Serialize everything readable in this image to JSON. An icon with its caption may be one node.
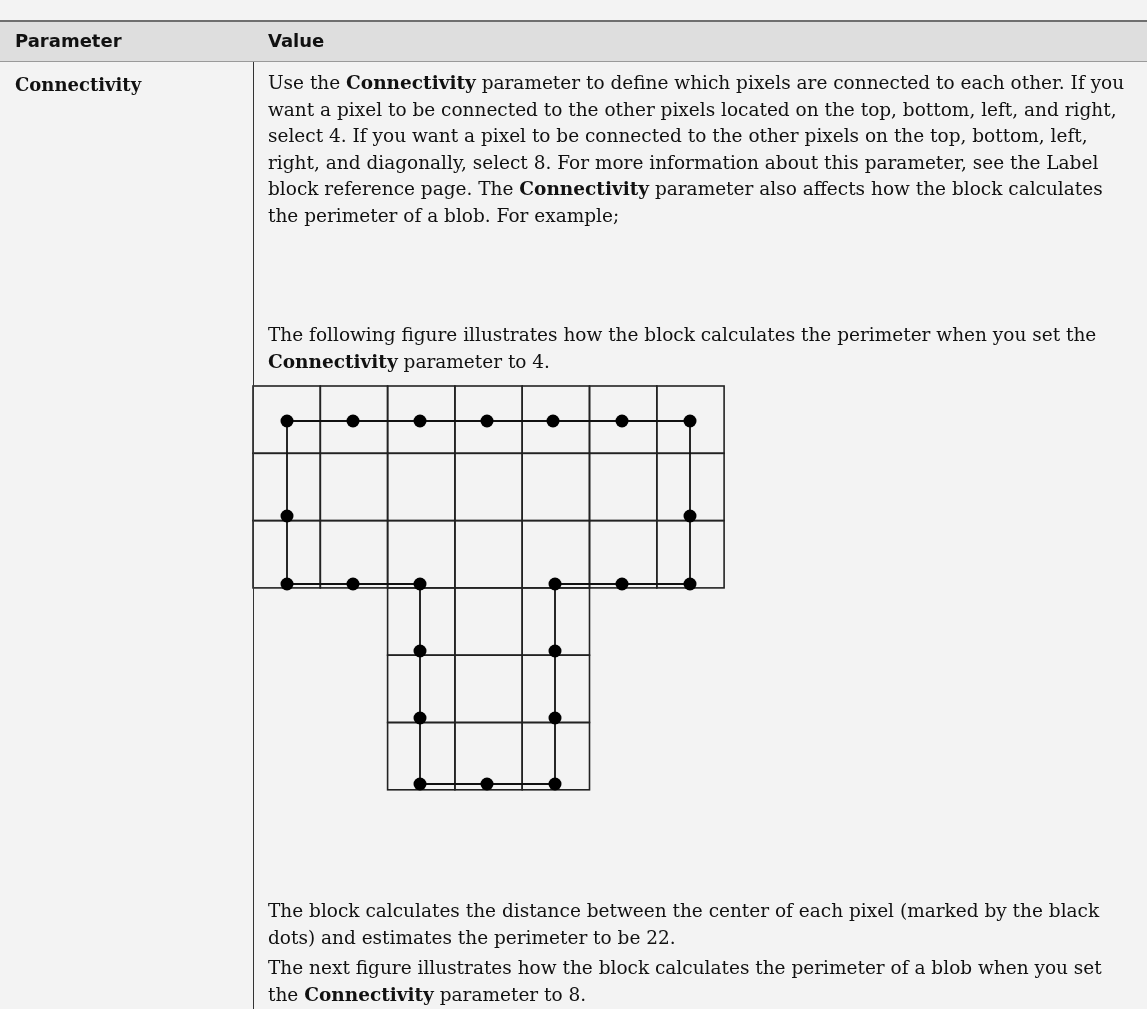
{
  "diagram": {
    "labels": [
      "Parameter",
      "Value",
      "Connectivity",
      "Use the **Connectivity** parameter to define which pixels are connected to each other. If you want a pixel to be connected to the other pixels located on the top, bottom, left, and right, select 4. If you want a pixel to be connected to the other pixels on the top, bottom, left, right, and diagonally, select 8. For more information about this parameter, see the Label block reference page. The **Connectivity** parameter also affects how the block calculates the perimeter of a blob. For example;",
      "The following figure illustrates how the block calculates the perimeter when you set the **Connectivity** parameter to 4.",
      "The block calculates the distance between the center of each pixel (marked by the black dots) and estimates the perimeter to be 22.",
      "The next figure illustrates how the block calculates the perimeter of a blob when you set the **Connectivity** parameter to 8."
    ]
  }
}
